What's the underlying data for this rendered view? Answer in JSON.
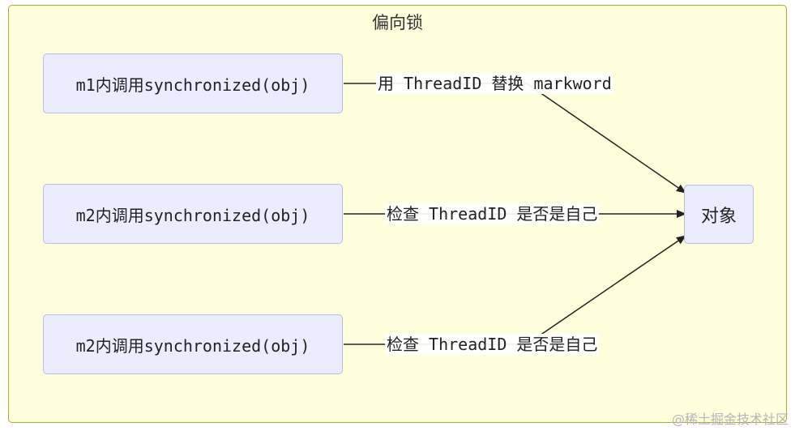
{
  "cluster": {
    "title": "偏向锁"
  },
  "nodes": {
    "m1": "m1内调用synchronized(obj)",
    "m2a": "m2内调用synchronized(obj)",
    "m2b": "m2内调用synchronized(obj)",
    "obj": "对象"
  },
  "edges": {
    "m1_label": "用 ThreadID 替换 markword",
    "m2a_label": "检查 ThreadID 是否是自己",
    "m2b_label": "检查 ThreadID 是否是自己"
  },
  "watermark": "@稀土掘金技术社区",
  "colors": {
    "cluster_fill": "#ffffde",
    "cluster_border": "#aaaa33",
    "node_fill": "#ececff",
    "node_border": "#b8b8f0",
    "edge": "#222222"
  }
}
